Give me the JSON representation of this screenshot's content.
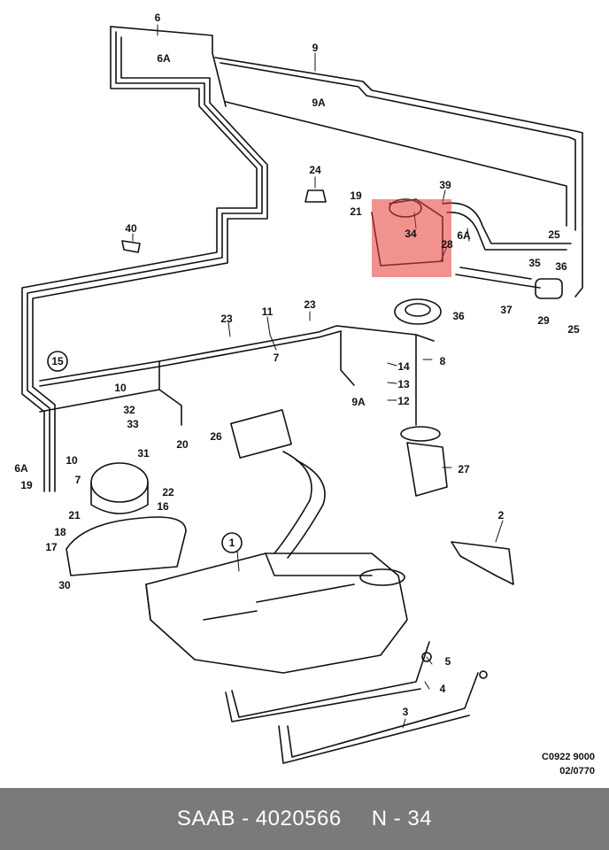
{
  "callouts": {
    "c1": "1",
    "c2": "2",
    "c3": "3",
    "c4": "4",
    "c5": "5",
    "c6": "6",
    "c6a_top": "6A",
    "c6a_mid": "6A",
    "c6a_left": "6A",
    "c7a": "7",
    "c7b": "7",
    "c8": "8",
    "c9": "9",
    "c9a_top": "9A",
    "c9a_mid": "9A",
    "c10a": "10",
    "c10b": "10",
    "c11": "11",
    "c12": "12",
    "c13": "13",
    "c14": "14",
    "c15": "15",
    "c16": "16",
    "c17": "17",
    "c18": "18",
    "c19a": "19",
    "c19b": "19",
    "c20": "20",
    "c21a": "21",
    "c21b": "21",
    "c22": "22",
    "c23a": "23",
    "c23b": "23",
    "c24": "24",
    "c25a": "25",
    "c25b": "25",
    "c26": "26",
    "c27": "27",
    "c28": "28",
    "c29": "29",
    "c30": "30",
    "c31": "31",
    "c32": "32",
    "c33": "33",
    "c34": "34",
    "c35": "35",
    "c36a": "36",
    "c36b": "36",
    "c37": "37",
    "c39": "39",
    "c40": "40"
  },
  "drawing_code_1": "C0922 9000",
  "drawing_code_2": "02/0770",
  "highlight_color": "#e53935",
  "footer": {
    "part_label": "SAAB - 4020566",
    "position_label": "N - 34"
  }
}
